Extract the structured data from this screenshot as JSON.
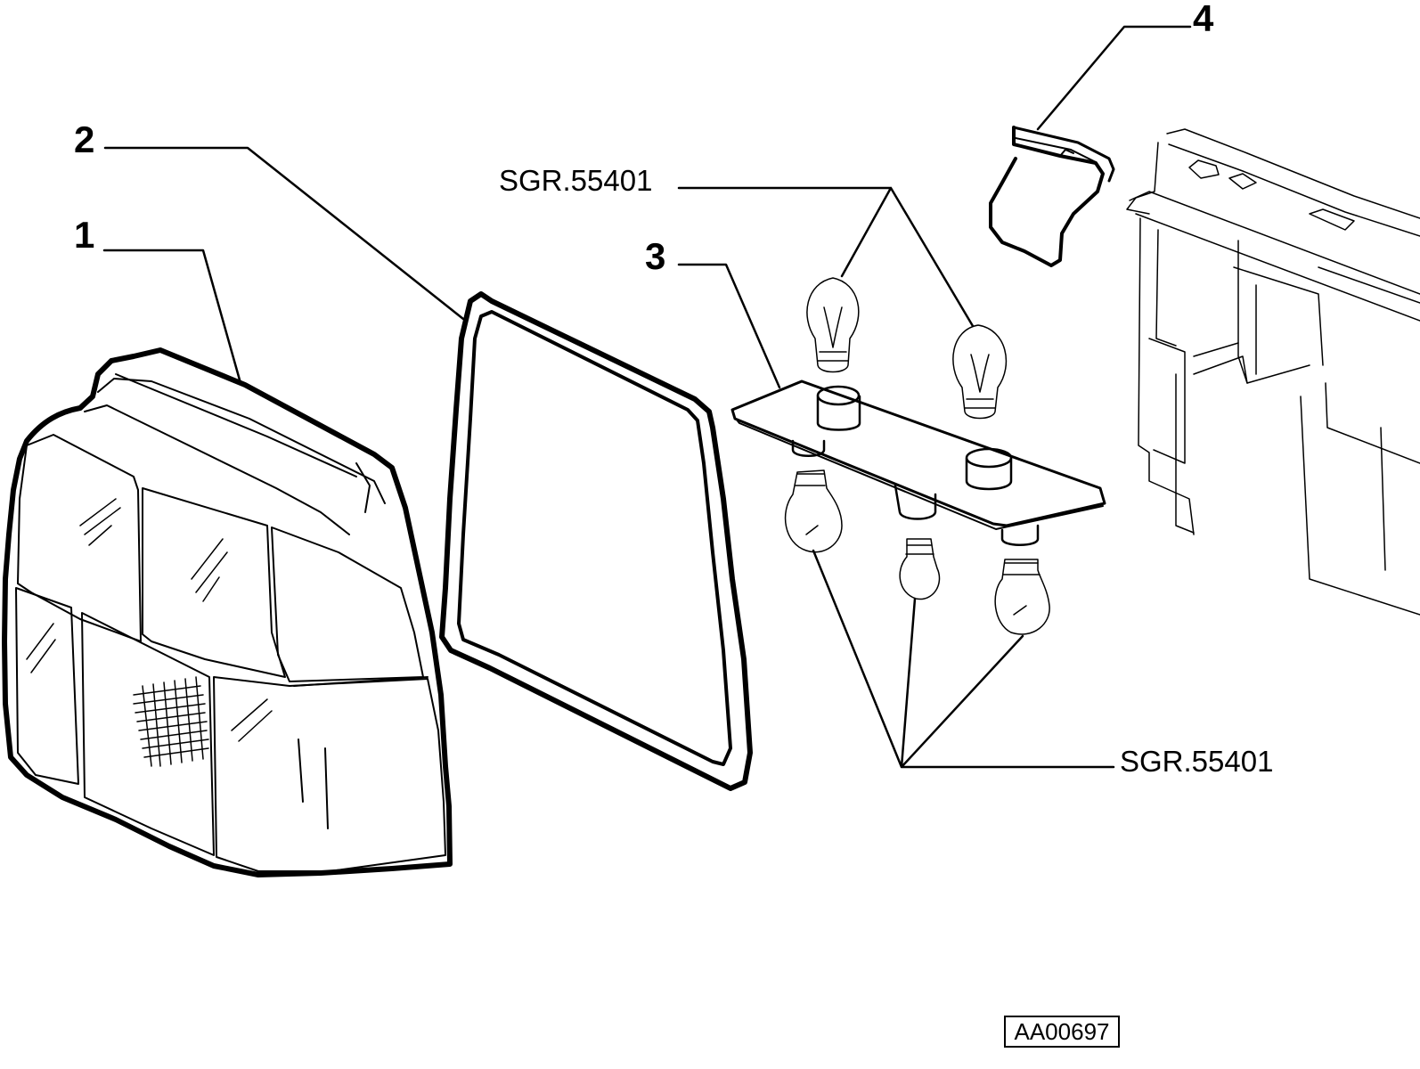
{
  "callouts": {
    "p1": "1",
    "p2": "2",
    "p3": "3",
    "p4": "4"
  },
  "references": {
    "bulbs_top": "SGR.55401",
    "bulbs_bottom": "SGR.55401"
  },
  "document_code": "AA00697",
  "colors": {
    "line": "#000000",
    "background": "#ffffff"
  }
}
